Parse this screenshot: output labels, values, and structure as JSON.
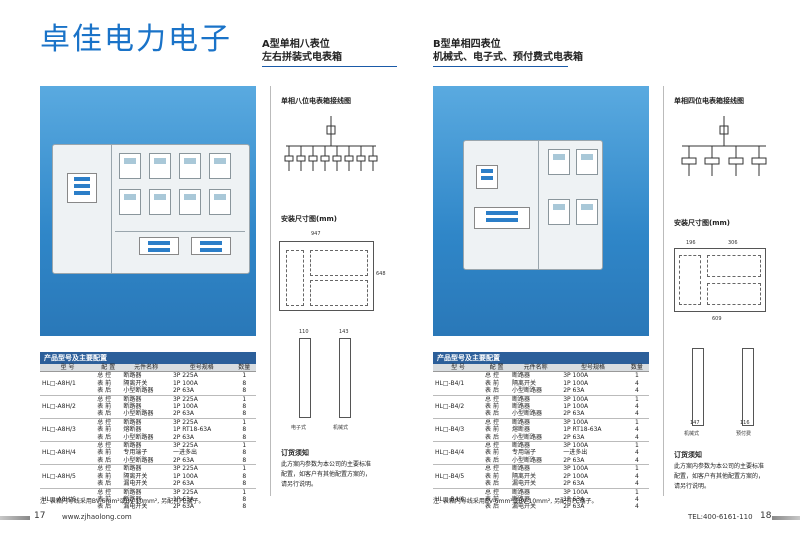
{
  "brand": "卓佳电力电子",
  "left_page": {
    "title_line1": "A型单相八表位",
    "title_line2": "左右拼装式电表箱",
    "diagram_title": "单相八位电表箱接线图",
    "install_title": "安装尺寸图(mm)",
    "dims": {
      "w": "947",
      "h": "648",
      "side1": "110",
      "side2": "143"
    },
    "side_labels": [
      "电子式",
      "机械式"
    ],
    "table_title": "产品型号及主要配置",
    "headers": [
      "型 号",
      "配 置",
      "元件名称",
      "型号规格",
      "数量"
    ],
    "rows": [
      {
        "model": "HL□-A8H/1",
        "items": [
          [
            "总 控",
            "断路器",
            "3P 225A",
            "1"
          ],
          [
            "表 前",
            "隔离开关",
            "1P 100A",
            "8"
          ],
          [
            "表 后",
            "小型断路器",
            "2P 63A",
            "8"
          ]
        ]
      },
      {
        "model": "HL□-A8H/2",
        "items": [
          [
            "总 控",
            "断路器",
            "3P 225A",
            "1"
          ],
          [
            "表 前",
            "断路器",
            "1P 100A",
            "8"
          ],
          [
            "表 后",
            "小型断路器",
            "2P 63A",
            "8"
          ]
        ]
      },
      {
        "model": "HL□-A8H/3",
        "items": [
          [
            "总 控",
            "断路器",
            "3P 225A",
            "1"
          ],
          [
            "表 前",
            "熔断器",
            "1P RT18-63A",
            "8"
          ],
          [
            "表 后",
            "小型断路器",
            "2P 63A",
            "8"
          ]
        ]
      },
      {
        "model": "HL□-A8H/4",
        "items": [
          [
            "总 控",
            "断路器",
            "3P 225A",
            "1"
          ],
          [
            "表 前",
            "专用端子",
            "一进多出",
            "8"
          ],
          [
            "表 后",
            "小型断路器",
            "2P 63A",
            "8"
          ]
        ]
      },
      {
        "model": "HL□-A8H/5",
        "items": [
          [
            "总 控",
            "断路器",
            "3P 225A",
            "1"
          ],
          [
            "表 前",
            "隔离开关",
            "1P 100A",
            "8"
          ],
          [
            "表 后",
            "漏电开关",
            "2P 63A",
            "8"
          ]
        ]
      },
      {
        "model": "HL□-A8H/6",
        "items": [
          [
            "总 控",
            "断路器",
            "3P 225A",
            "1"
          ],
          [
            "表 前",
            "断路器",
            "1P 63A",
            "8"
          ],
          [
            "表 后",
            "漏电开关",
            "2P 63A",
            "8"
          ]
        ]
      }
    ],
    "note": "注: 表箱内导线采用BV-6mm²或BV-10mm², 另配有PE端子。",
    "notice_title": "订货须知",
    "notice_text": [
      "此方案内参数为本公司的主要标准",
      "配置，如客户有其他配置方案的，",
      "请另行说明。"
    ],
    "page_number": "17",
    "website": "www.zjhaolong.com"
  },
  "right_page": {
    "title_line1": "B型单相四表位",
    "title_line2": "机械式、电子式、预付费式电表箱",
    "diagram_title": "单相四位电表箱接线图",
    "install_title": "安装尺寸图(mm)",
    "dims": {
      "top1": "196",
      "top2": "306",
      "w": "609",
      "side1": "147",
      "side2": "116"
    },
    "side_labels": [
      "机械式",
      "预付费"
    ],
    "table_title": "产品型号及主要配置",
    "headers": [
      "型 号",
      "配 置",
      "元件名称",
      "型号规格",
      "数量"
    ],
    "rows": [
      {
        "model": "HL□-B4/1",
        "items": [
          [
            "总 控",
            "断路器",
            "3P 100A",
            "1"
          ],
          [
            "表 前",
            "隔离开关",
            "1P 100A",
            "4"
          ],
          [
            "表 后",
            "小型断路器",
            "2P 63A",
            "4"
          ]
        ]
      },
      {
        "model": "HL□-B4/2",
        "items": [
          [
            "总 控",
            "断路器",
            "3P 100A",
            "1"
          ],
          [
            "表 前",
            "断路器",
            "1P 100A",
            "4"
          ],
          [
            "表 后",
            "小型断路器",
            "2P 63A",
            "4"
          ]
        ]
      },
      {
        "model": "HL□-B4/3",
        "items": [
          [
            "总 控",
            "断路器",
            "3P 100A",
            "1"
          ],
          [
            "表 前",
            "熔断器",
            "1P RT18-63A",
            "4"
          ],
          [
            "表 后",
            "小型断路器",
            "2P 63A",
            "4"
          ]
        ]
      },
      {
        "model": "HL□-B4/4",
        "items": [
          [
            "总 控",
            "断路器",
            "3P 100A",
            "1"
          ],
          [
            "表 前",
            "专用端子",
            "一进多出",
            "4"
          ],
          [
            "表 后",
            "小型断路器",
            "2P 63A",
            "4"
          ]
        ]
      },
      {
        "model": "HL□-B4/5",
        "items": [
          [
            "总 控",
            "断路器",
            "3P 100A",
            "1"
          ],
          [
            "表 前",
            "隔离开关",
            "2P 100A",
            "4"
          ],
          [
            "表 后",
            "漏电开关",
            "2P 63A",
            "4"
          ]
        ]
      },
      {
        "model": "HL□-B4/6",
        "items": [
          [
            "总 控",
            "断路器",
            "3P 100A",
            "1"
          ],
          [
            "表 前",
            "断路器",
            "1P 63A",
            "4"
          ],
          [
            "表 后",
            "漏电开关",
            "2P 63A",
            "4"
          ]
        ]
      }
    ],
    "note": "注: 表箱内导线采用BV-6mm²或BV-10mm², 另配有PE端子。",
    "notice_title": "订货须知",
    "notice_text": [
      "此方案内参数为本公司的主要标准",
      "配置，如客户有其他配置方案的，",
      "请另行说明。"
    ],
    "page_number": "18",
    "tel": "TEL:400-6161-110"
  }
}
